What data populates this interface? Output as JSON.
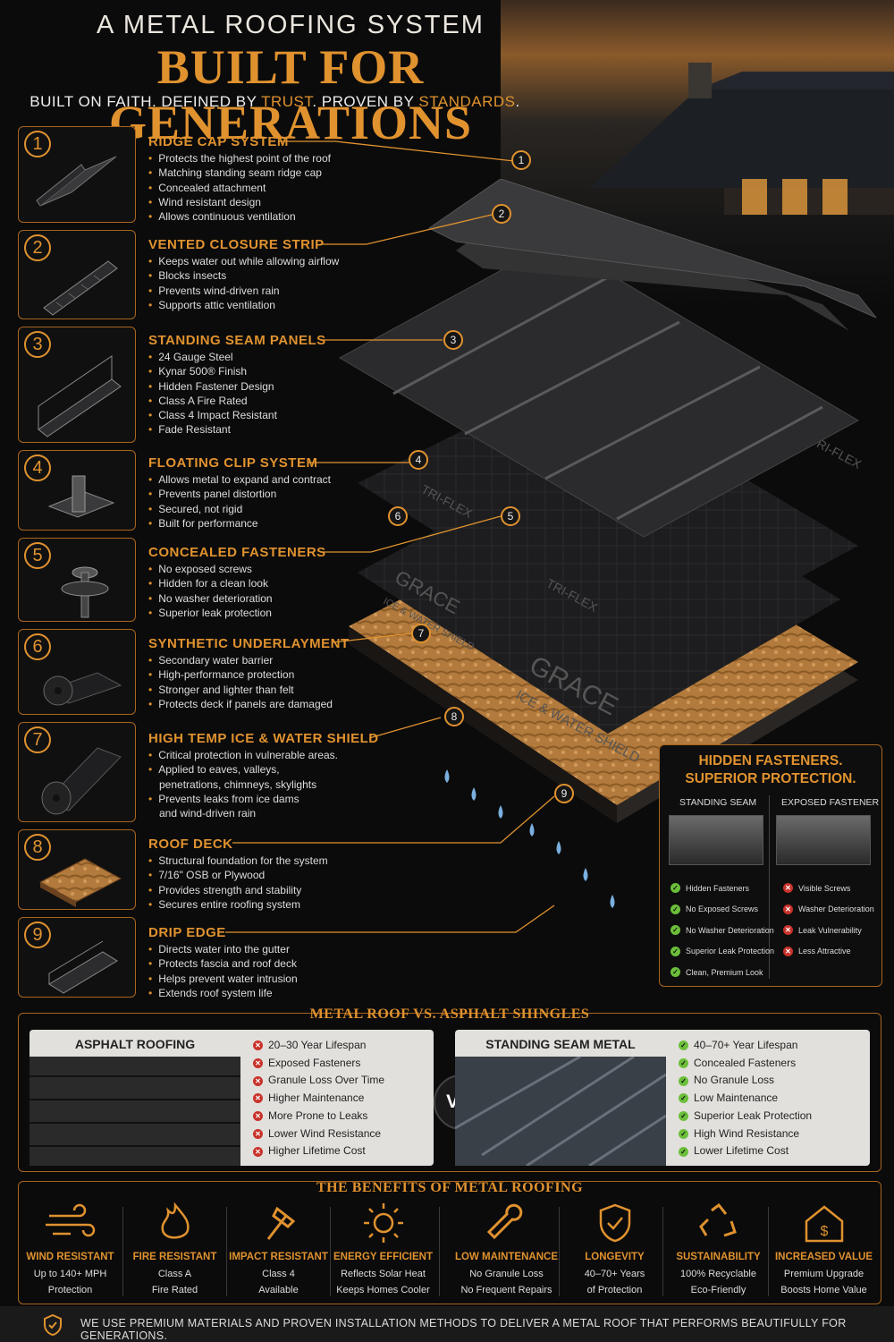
{
  "header": {
    "line1": "A METAL ROOFING SYSTEM",
    "line2": "BUILT FOR GENERATIONS",
    "tag_a": "BUILT ON FAITH. DEFINED BY ",
    "tag_trust": "TRUST",
    "tag_b": ". PROVEN BY ",
    "tag_standards": "STANDARDS",
    "tag_c": "."
  },
  "components": [
    {
      "num": "1",
      "title": "RIDGE CAP SYSTEM",
      "items": [
        "Protects the highest point of the roof",
        "Matching standing seam ridge cap",
        "Concealed attachment",
        "Wind resistant design",
        "Allows continuous ventilation"
      ]
    },
    {
      "num": "2",
      "title": "VENTED CLOSURE STRIP",
      "items": [
        "Keeps water out while allowing airflow",
        "Blocks insects",
        "Prevents wind-driven rain",
        "Supports attic ventilation"
      ]
    },
    {
      "num": "3",
      "title": "STANDING SEAM PANELS",
      "items": [
        "24 Gauge Steel",
        "Kynar 500® Finish",
        "Hidden Fastener Design",
        "Class A Fire Rated",
        "Class 4 Impact Resistant",
        "Fade Resistant"
      ]
    },
    {
      "num": "4",
      "title": "FLOATING CLIP SYSTEM",
      "items": [
        "Allows metal to expand and contract",
        "Prevents panel distortion",
        "Secured, not rigid",
        "Built for performance"
      ]
    },
    {
      "num": "5",
      "title": "CONCEALED FASTENERS",
      "items": [
        "No exposed screws",
        "Hidden for a clean look",
        "No washer deterioration",
        "Superior leak protection"
      ]
    },
    {
      "num": "6",
      "title": "SYNTHETIC UNDERLAYMENT",
      "items": [
        "Secondary water barrier",
        "High-performance protection",
        "Stronger and lighter than felt",
        "Protects deck if panels are damaged"
      ]
    },
    {
      "num": "7",
      "title": "HIGH TEMP ICE & WATER SHIELD",
      "items": [
        "Critical protection in vulnerable areas.",
        "Applied to eaves, valleys,",
        "penetrations, chimneys, skylights",
        "Prevents leaks from ice dams",
        "and wind-driven rain"
      ]
    },
    {
      "num": "8",
      "title": "ROOF DECK",
      "items": [
        "Structural foundation for the system",
        "7/16\" OSB or Plywood",
        "Provides strength and stability",
        "Secures entire roofing system"
      ]
    },
    {
      "num": "9",
      "title": "DRIP EDGE",
      "items": [
        "Directs water into the gutter",
        "Protects fascia and roof deck",
        "Helps prevent water intrusion",
        "Extends roof system life"
      ]
    }
  ],
  "diagram": {
    "labels": [
      "TRI-FLEX",
      "TRI-FLEX",
      "TRI-FLEX",
      "GRACE",
      "ICE & WATER SHIELD",
      "GRACE",
      "ICE & WATER SHIELD"
    ]
  },
  "hidden_fasteners": {
    "title1": "HIDDEN FASTENERS.",
    "title2": "SUPERIOR PROTECTION.",
    "col_a": "STANDING SEAM",
    "col_b": "EXPOSED FASTENER",
    "pros": [
      "Hidden Fasteners",
      "No Exposed Screws",
      "No Washer Deterioration",
      "Superior Leak Protection",
      "Clean, Premium Look"
    ],
    "cons": [
      "Visible Screws",
      "Washer Deterioration",
      "Leak Vulnerability",
      "Less Attractive"
    ]
  },
  "comparison": {
    "title": "METAL ROOF VS. ASPHALT SHINGLES",
    "vs": "VS.",
    "left": {
      "title": "ASPHALT ROOFING",
      "items": [
        "20–30 Year Lifespan",
        "Exposed Fasteners",
        "Granule Loss Over Time",
        "Higher Maintenance",
        "More Prone to Leaks",
        "Lower Wind Resistance",
        "Higher Lifetime Cost"
      ]
    },
    "right": {
      "title": "STANDING SEAM METAL",
      "items": [
        "40–70+ Year Lifespan",
        "Concealed Fasteners",
        "No Granule Loss",
        "Low Maintenance",
        "Superior Leak Protection",
        "High Wind Resistance",
        "Lower Lifetime Cost"
      ]
    }
  },
  "benefits": {
    "title": "THE BENEFITS OF METAL ROOFING",
    "items": [
      {
        "icon": "wind-icon",
        "title": "WIND RESISTANT",
        "l1": "Up to 140+ MPH",
        "l2": "Protection"
      },
      {
        "icon": "flame-icon",
        "title": "FIRE RESISTANT",
        "l1": "Class A",
        "l2": "Fire Rated"
      },
      {
        "icon": "hammer-icon",
        "title": "IMPACT RESISTANT",
        "l1": "Class 4",
        "l2": "Available"
      },
      {
        "icon": "sun-icon",
        "title": "ENERGY EFFICIENT",
        "l1": "Reflects Solar Heat",
        "l2": "Keeps Homes Cooler"
      },
      {
        "icon": "wrench-icon",
        "title": "LOW MAINTENANCE",
        "l1": "No Granule Loss",
        "l2": "No Frequent Repairs"
      },
      {
        "icon": "shield-check-icon",
        "title": "LONGEVITY",
        "l1": "40–70+ Years",
        "l2": "of Protection"
      },
      {
        "icon": "recycle-icon",
        "title": "SUSTAINABILITY",
        "l1": "100% Recyclable",
        "l2": "Eco-Friendly"
      },
      {
        "icon": "house-dollar-icon",
        "title": "INCREASED VALUE",
        "l1": "Premium Upgrade",
        "l2": "Boosts Home Value"
      }
    ]
  },
  "footer": {
    "text": "WE USE PREMIUM MATERIALS AND PROVEN INSTALLATION METHODS TO DELIVER A METAL ROOF THAT PERFORMS BEAUTIFULLY FOR GENERATIONS."
  }
}
